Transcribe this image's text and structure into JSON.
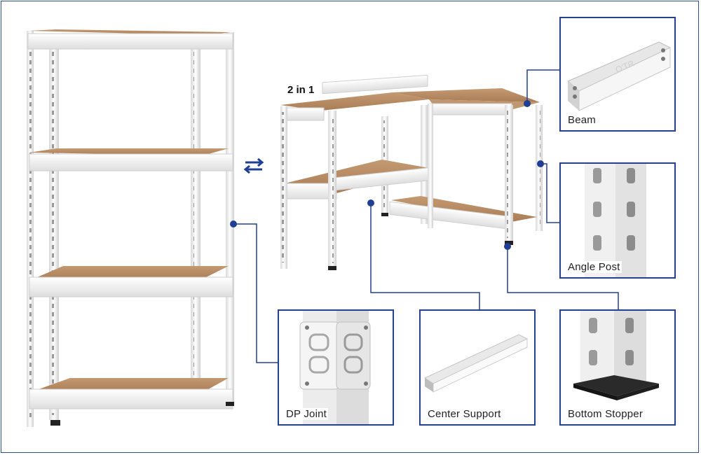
{
  "headline": "2 in 1",
  "callouts": {
    "beam": "Beam",
    "angle_post": "Angle Post",
    "dp_joint": "DP Joint",
    "center_support": "Center Support",
    "bottom_stopper": "Bottom Stopper"
  },
  "colors": {
    "accent": "#24418f",
    "shelf_board": "#b98c64",
    "frame_white": "#f2f2f2",
    "dot": "#1f3f95"
  },
  "icons": {
    "swap": "swap-arrows-icon"
  }
}
